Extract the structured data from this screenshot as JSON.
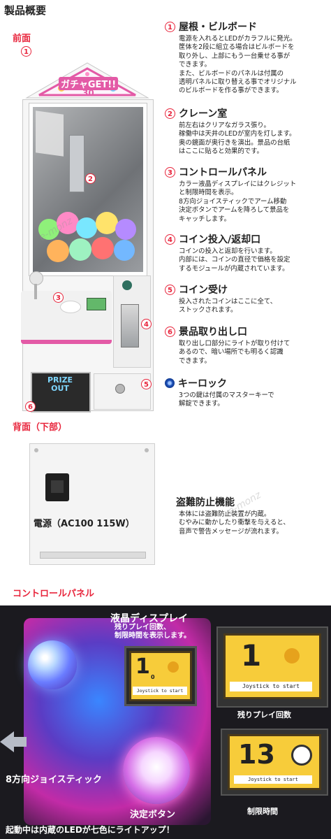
{
  "header": {
    "title": "製品概要"
  },
  "labels": {
    "front": "前面",
    "rear": "背面（下部）",
    "control_panel": "コントロールパネル",
    "power": "電源（AC100 115W）",
    "marquee": "ガチャGET!!",
    "marquee_num": "30",
    "prize_out": "PRIZE\nOUT",
    "watermark": "e-monz"
  },
  "features": [
    {
      "num": "1",
      "title": "屋根・ビルボード",
      "text": "電源を入れるとLEDがカラフルに発光。\n筐体を2段に組立る場合はビルボードを\n取り外し、上部にもう一台乗せる事が\nできます。\nまた、ビルボードのパネルは付属の\n透明パネルに取り替える事でオリジナル\nのビルボードを作る事ができます。"
    },
    {
      "num": "2",
      "title": "クレーン室",
      "text": "前左右はクリアなガラス張り。\n稼働中は天井のLEDが室内を灯します。\n奥の鏡面が奥行きを演出。景品の台紙\nはここに貼ると効果的です。"
    },
    {
      "num": "3",
      "title": "コントロールパネル",
      "text": "カラー液晶ディスプレイにはクレジット\nと制限時間を表示。\n8方向ジョイスティックでアーム移動\n決定ボタンでアームを降ろして景品を\nキャッチします。"
    },
    {
      "num": "4",
      "title": "コイン投入/返却口",
      "text": "コインの投入と返却を行います。\n内部には、コインの直径で価格を設定\nするモジュールが内蔵されています。"
    },
    {
      "num": "5",
      "title": "コイン受け",
      "text": "投入されたコインはここに全て、\nストックされます。"
    },
    {
      "num": "6",
      "title": "景品取り出し口",
      "text": "取り出し口部分にライトが取り付けて\nあるので、暗い場所でも明るく認識\nできます。"
    },
    {
      "num": "",
      "title": "キーロック",
      "text": "3つの鍵は付属のマスターキーで\n解錠できます。"
    }
  ],
  "anti_theft": {
    "title": "盗難防止機能",
    "text": "本体には盗難防止装置が内蔵。\nむやみに動かしたり衝撃を与えると、\n音声で警告メッセージが流れます。"
  },
  "photo": {
    "lcd_title": "液晶ディスプレイ",
    "lcd_desc": "残りプレイ回数、\n制限時間を表示します。",
    "joystick": "8方向ジョイスティック",
    "button": "決定ボタン",
    "remaining_plays": "残りプレイ回数",
    "time_limit": "制限時間",
    "footer": "起動中は内蔵のLEDが七色にライトアップ！",
    "lcd_small_value": "1",
    "lcd_small_sub": "0",
    "lcd_small_text": "Joystick to start",
    "lcd_plays_value": "1",
    "lcd_plays_text": "Joystick to start",
    "lcd_time_value": "13",
    "lcd_time_text": "Joystick to start"
  },
  "colors": {
    "accent_red": "#e8253c",
    "pink": "#e35aa6",
    "lcd_yellow": "#f7cc3a"
  }
}
